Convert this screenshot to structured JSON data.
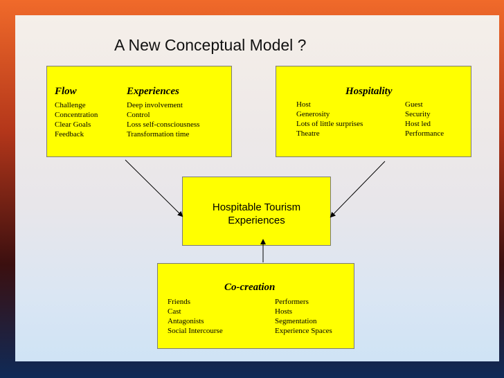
{
  "title": "A New Conceptual Model ?",
  "flow_box": {
    "flow_heading": "Flow",
    "flow_items": [
      "Challenge",
      "Concentration",
      "Clear Goals",
      "Feedback"
    ],
    "experiences_heading": "Experiences",
    "experiences_items": [
      "Deep involvement",
      "Control",
      "Loss self-consciousness",
      "Transformation time"
    ]
  },
  "hospitality_box": {
    "heading": "Hospitality",
    "left_items": [
      "Host",
      "Generosity",
      "Lots of little surprises",
      "Theatre"
    ],
    "right_items": [
      "Guest",
      "Security",
      "Host led",
      "Performance"
    ]
  },
  "center_box": {
    "line1": "Hospitable Tourism",
    "line2": "Experiences"
  },
  "cocreation_box": {
    "heading": "Co-creation",
    "left_items": [
      "Friends",
      "Cast",
      "Antagonists",
      "Social Intercourse"
    ],
    "right_items": [
      "Performers",
      "Hosts",
      "Segmentation",
      "Experience Spaces"
    ]
  },
  "colors": {
    "box_fill": "#ffff00",
    "box_border": "#7a7a7a",
    "arrow": "#000000"
  }
}
